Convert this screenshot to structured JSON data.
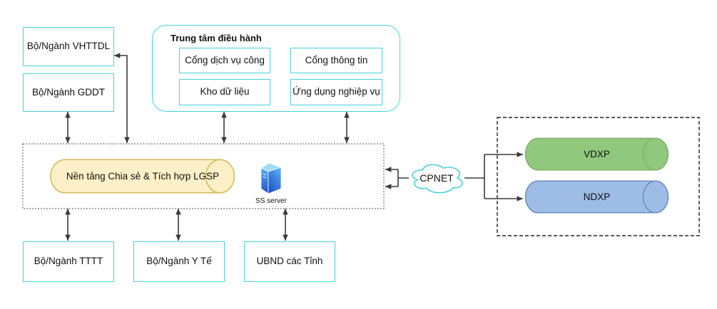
{
  "diagram": {
    "colors": {
      "cyan": "#45D2DC",
      "yellow_fill": "#FBF0C8",
      "yellow_stroke": "#D6B656",
      "green_fill": "#90C87D",
      "green_stroke": "#82B366",
      "blue_fill": "#9DBCE6",
      "blue_stroke": "#6C8EBF",
      "arrow": "#3A3A3A",
      "dash_mid": "#8C8C8C",
      "dash_right": "#222222",
      "server_top": "#9FDCF9",
      "server_light": "#56AEF2",
      "server_dark": "#1D50C8"
    },
    "left_boxes": [
      {
        "label": "Bộ/Ngành VHTTDL"
      },
      {
        "label": "Bộ/Ngành GDDT"
      }
    ],
    "bottom_boxes": [
      {
        "label": "Bộ/Ngành TTTT"
      },
      {
        "label": "Bộ/Ngành Y Tế"
      },
      {
        "label": "UBND các Tỉnh"
      }
    ],
    "control_center": {
      "title": "Trung tâm điều hành",
      "modules": [
        {
          "label": "Cổng dịch vụ công"
        },
        {
          "label": "Cổng thông tin"
        },
        {
          "label": "Kho dữ liệu"
        },
        {
          "label": "Ứng dụng nghiệp vụ"
        }
      ]
    },
    "platform": {
      "label": "Nền tảng Chia sẻ & Tích hợp LGSP"
    },
    "server": {
      "label": "SS server",
      "icon": "server-tower-icon"
    },
    "network": {
      "label": "CPNET",
      "icon": "cloud-icon"
    },
    "exchange_platforms": [
      {
        "label": "VDXP"
      },
      {
        "label": "NDXP"
      }
    ]
  }
}
